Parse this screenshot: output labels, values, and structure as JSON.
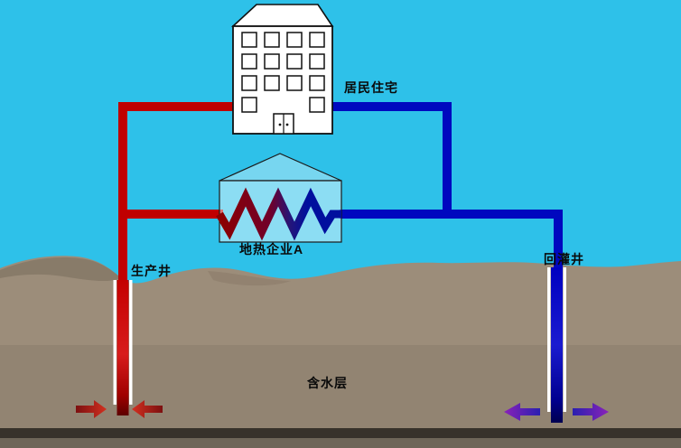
{
  "labels": {
    "residence": "居民住宅",
    "enterprise": "地热企业A",
    "production_well": "生产井",
    "injection_well": "回灌井",
    "aquifer": "含水层"
  },
  "colors": {
    "sky": "#2ec1e9",
    "ground": "#9c8d7a",
    "ground-shadow": "#7c6e5c",
    "bedrock-dark": "#37322b",
    "bedrock-light": "#6e6659",
    "hot": "#c00000",
    "cold": "#0008bf",
    "casing": "#ffffff",
    "outline": "#111111"
  },
  "icons": {
    "inflow_arrows": "red arrows pointing toward production well",
    "outflow_arrows": "purple-blue arrows pointing away from injection well"
  }
}
